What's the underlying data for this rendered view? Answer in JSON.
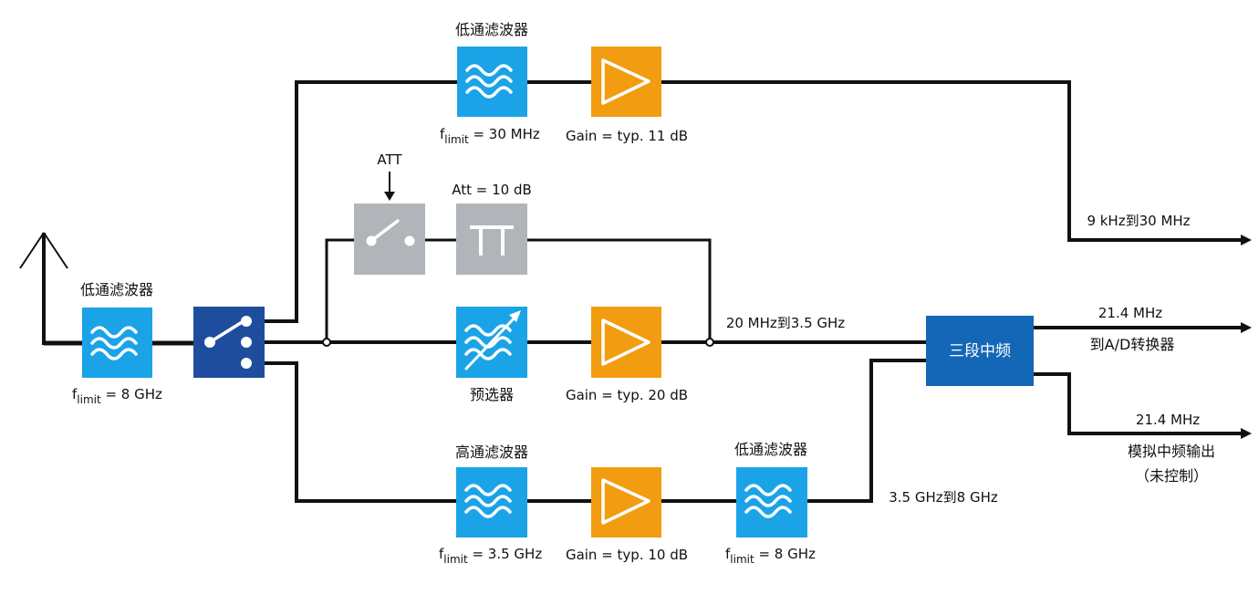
{
  "colors": {
    "filter_blue": "#1ba3e8",
    "amp_orange": "#f29c11",
    "switch_navy": "#1e4d9e",
    "att_gray": "#b1b5b9",
    "if_blue": "#1467b6",
    "line": "#111111"
  },
  "icons": {
    "antenna": "antenna-icon",
    "filter": "filter-wave-icon",
    "amplifier": "amplifier-triangle-icon",
    "switch": "switch-icon",
    "attenuator": "pi-attenuator-icon",
    "preselector": "tunable-filter-icon",
    "arrow": "arrow-right-icon"
  },
  "input": {
    "filter_title": "低通滤波器",
    "filter_limit_prefix": "f",
    "filter_limit_sub": "limit",
    "filter_limit_value": " = 8 GHz"
  },
  "top_path": {
    "filter_title": "低通滤波器",
    "filter_limit_prefix": "f",
    "filter_limit_sub": "limit",
    "filter_limit_value": " = 30 MHz",
    "amp_gain": "Gain = typ. 11 dB",
    "output_label": "9 kHz到30 MHz"
  },
  "att_path": {
    "att_control": "ATT",
    "att_value": "Att = 10 dB"
  },
  "middle_path": {
    "preselector_label": "预选器",
    "amp_gain": "Gain = typ. 20 dB",
    "range_label": "20 MHz到3.5 GHz"
  },
  "bottom_path": {
    "hp_filter_title": "高通滤波器",
    "hp_limit_prefix": "f",
    "hp_limit_sub": "limit",
    "hp_limit_value": " = 3.5 GHz",
    "amp_gain": "Gain = typ. 10 dB",
    "lp_filter_title": "低通滤波器",
    "lp_limit_prefix": "f",
    "lp_limit_sub": "limit",
    "lp_limit_value": " = 8 GHz",
    "range_label": "3.5 GHz到8 GHz"
  },
  "if_stage": {
    "label": "三段中频",
    "out1_freq": "21.4 MHz",
    "out1_label": "到A/D转换器",
    "out2_freq": "21.4 MHz",
    "out2_label_line1": "模拟中频输出",
    "out2_label_line2": "（未控制）"
  }
}
